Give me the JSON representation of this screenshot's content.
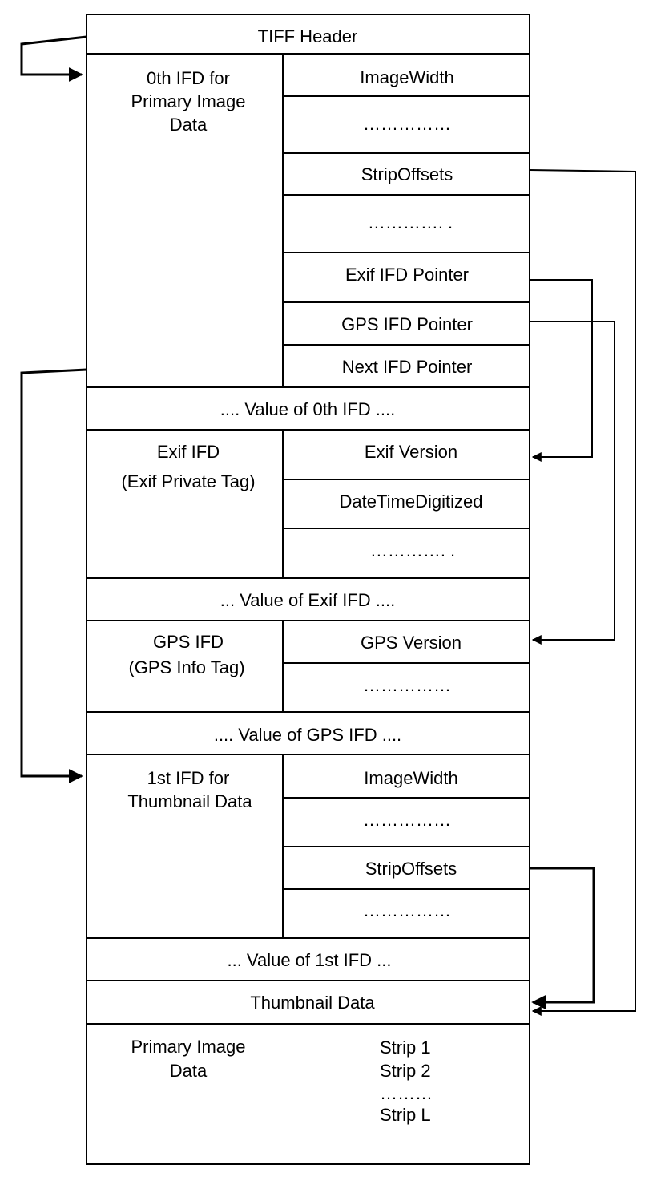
{
  "diagram": {
    "tiff_header": "TIFF Header",
    "ifd0": {
      "title_lines": [
        "0th IFD for",
        "Primary Image",
        "Data"
      ],
      "tags": [
        "ImageWidth",
        "……………",
        "StripOffsets",
        "…………. .",
        "Exif IFD Pointer",
        "GPS IFD Pointer",
        "Next IFD Pointer"
      ]
    },
    "value_ifd0": ".... Value of 0th IFD ....",
    "exif_ifd": {
      "title_lines": [
        "Exif IFD",
        "(Exif Private Tag)"
      ],
      "tags": [
        "Exif Version",
        "DateTimeDigitized",
        "…………. ."
      ]
    },
    "value_exif": "...  Value of Exif IFD ....",
    "gps_ifd": {
      "title_lines": [
        "GPS IFD",
        "(GPS Info Tag)"
      ],
      "tags": [
        "GPS Version",
        "……………"
      ]
    },
    "value_gps": ".... Value of GPS IFD ....",
    "ifd1": {
      "title_lines": [
        "1st IFD for",
        "Thumbnail Data"
      ],
      "tags": [
        "ImageWidth",
        "……………",
        "StripOffsets",
        "……………"
      ]
    },
    "value_ifd1": "... Value of 1st IFD ...",
    "thumbnail_data": "Thumbnail Data",
    "primary_image": {
      "title_lines": [
        "Primary Image",
        "Data"
      ],
      "strips": [
        "Strip 1",
        "Strip 2",
        "………",
        "Strip L"
      ]
    }
  }
}
